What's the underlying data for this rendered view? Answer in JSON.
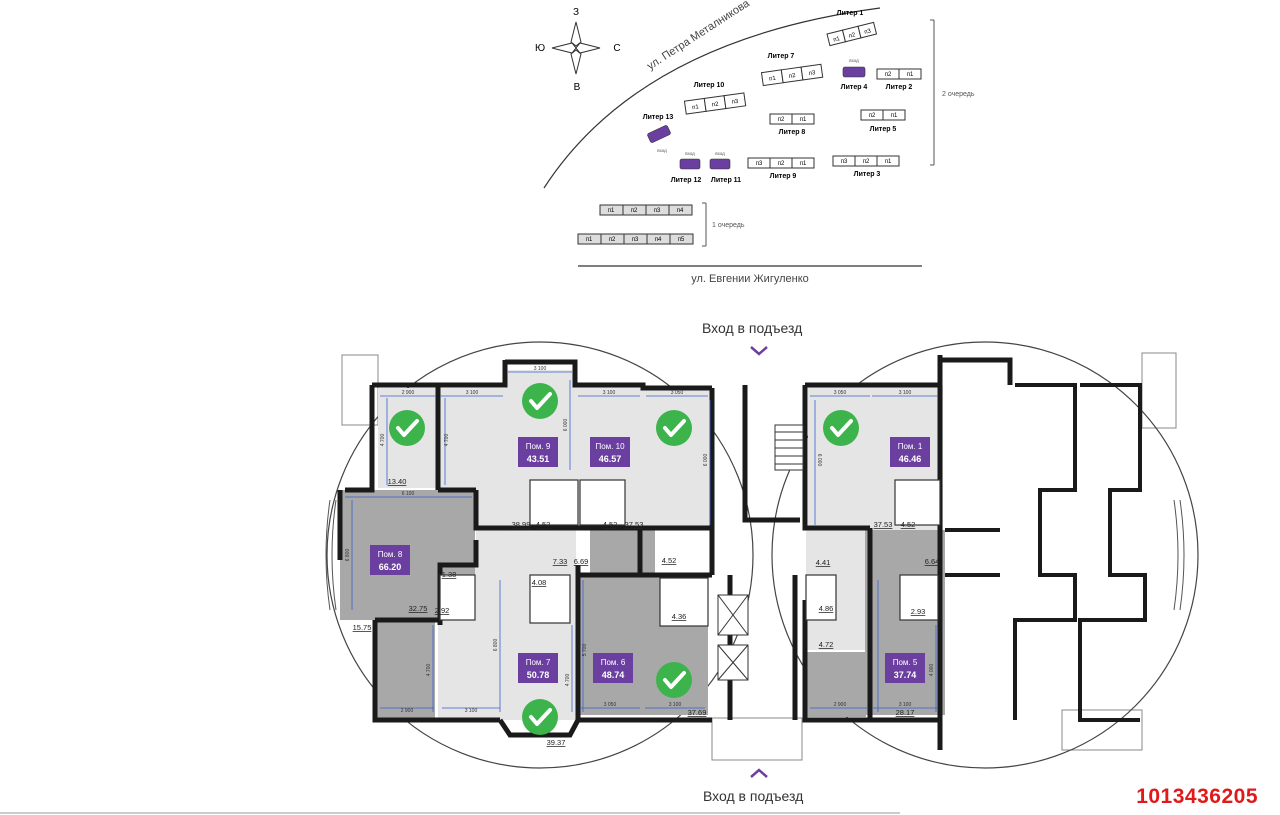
{
  "site_plan": {
    "compass": {
      "north": "З",
      "west": "Ю",
      "east": "С",
      "south": "В"
    },
    "street_top": "ул. Петра Металникова",
    "street_bottom": "ул. Евгении Жигуленко",
    "queue_2": "2 очередь",
    "queue_1": "1 очередь",
    "entry": "вход",
    "buildings": [
      {
        "name": "Литер 1",
        "sections": [
          "п1",
          "п2",
          "п3"
        ]
      },
      {
        "name": "Литер 2",
        "sections": [
          "п2",
          "п1"
        ]
      },
      {
        "name": "Литер 3",
        "sections": [
          "п3",
          "п2",
          "п1"
        ]
      },
      {
        "name": "Литер 4",
        "sections": []
      },
      {
        "name": "Литер 5",
        "sections": [
          "п2",
          "п1"
        ]
      },
      {
        "name": "Литер 7",
        "sections": [
          "п1",
          "п2",
          "п3"
        ]
      },
      {
        "name": "Литер 8",
        "sections": [
          "п2",
          "п1"
        ]
      },
      {
        "name": "Литер 9",
        "sections": [
          "п3",
          "п2",
          "п1"
        ]
      },
      {
        "name": "Литер 10",
        "sections": [
          "п1",
          "п2",
          "п3"
        ]
      },
      {
        "name": "Литер 11",
        "sections": []
      },
      {
        "name": "Литер 12",
        "sections": []
      },
      {
        "name": "Литер 13",
        "sections": []
      }
    ],
    "queue_1_rows": [
      [
        "п1",
        "п2",
        "п3",
        "п4"
      ],
      [
        "п1",
        "п2",
        "п3",
        "п4",
        "п5"
      ]
    ]
  },
  "floor_plan": {
    "entrance_top": "Вход в подъезд",
    "entrance_bottom": "Вход в подъезд",
    "rooms": [
      {
        "label": "Пом. 9",
        "area": "43.51",
        "sold": true
      },
      {
        "label": "Пом. 10",
        "area": "46.57",
        "sold": true
      },
      {
        "label": "Пом. 1",
        "area": "46.46",
        "sold": true
      },
      {
        "label": "Пом. 8",
        "area": "66.20",
        "sold": true
      },
      {
        "label": "Пом. 7",
        "area": "50.78",
        "sold": true
      },
      {
        "label": "Пом. 6",
        "area": "48.74",
        "sold": true
      },
      {
        "label": "Пом. 5",
        "area": "37.74",
        "sold": false
      }
    ],
    "areas": [
      "13.40",
      "38.99",
      "4.52",
      "4.52",
      "37.53",
      "37.53",
      "4.52",
      "7.33",
      "6.69",
      "4.52",
      "4.41",
      "6.64",
      "1.38",
      "4.08",
      "32.75",
      "2.92",
      "15.75",
      "4.36",
      "4.86",
      "2.93",
      "4.72",
      "39.37",
      "37.69",
      "28.17"
    ],
    "dims": [
      "2 900",
      "3 100",
      "3 100",
      "3 100",
      "3 050",
      "3 050",
      "3 100",
      "6 100",
      "2 900",
      "3 100",
      "3 050",
      "3 100",
      "2 900",
      "3 100",
      "4 700",
      "4 700",
      "6 000",
      "6 000",
      "6 000",
      "6 800",
      "6 800",
      "4 700",
      "4 700",
      "5 700",
      "4 000"
    ]
  },
  "listing_id": "1013436205",
  "colors": {
    "room_highlight": "#6b3fa0",
    "sold_check": "#3cb44b",
    "walls": "#1a1a1a",
    "grey_room": "#a8a8a8",
    "light_room": "#e4e4e4",
    "accent_id": "#e01a1a"
  }
}
